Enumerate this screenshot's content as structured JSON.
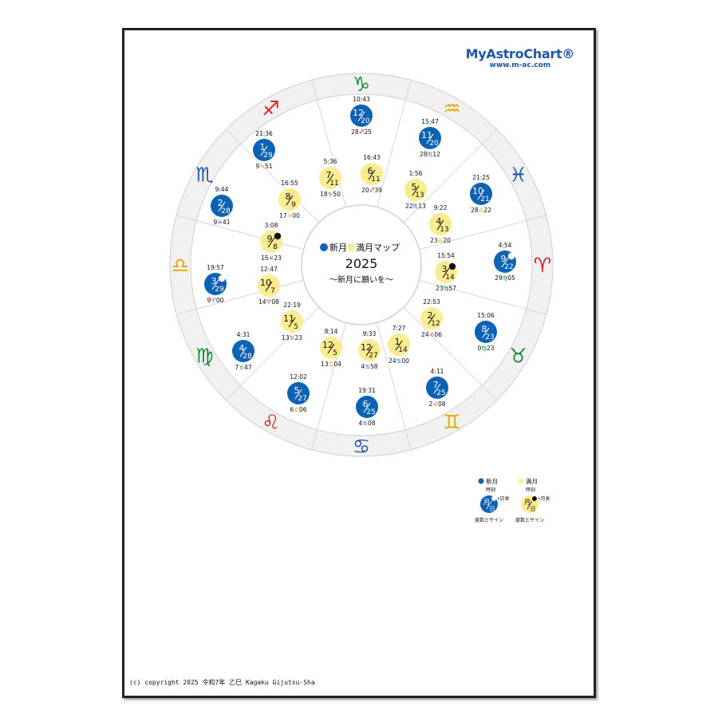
{
  "brand": {
    "name": "MyAstroChart®",
    "url": "www.m-ac.com"
  },
  "center": {
    "new_label": "新月",
    "full_label": "満月マップ",
    "year": "2025",
    "subtitle": "〜新月に願いを〜"
  },
  "colors": {
    "new_moon": "#0c62b4",
    "full_moon": "#fbec8f",
    "ring_line": "#d9d9d9",
    "ring_fill": "#f1f1f1"
  },
  "zodiac": [
    {
      "name": "capricorn-icon",
      "glyph": "♑",
      "color": "#1e8a3a"
    },
    {
      "name": "sagittarius-icon",
      "glyph": "♐",
      "color": "#e01b24"
    },
    {
      "name": "scorpio-icon",
      "glyph": "♏",
      "color": "#1f56a8"
    },
    {
      "name": "libra-icon",
      "glyph": "♎",
      "color": "#e8a600"
    },
    {
      "name": "virgo-icon",
      "glyph": "♍",
      "color": "#1e8a3a"
    },
    {
      "name": "leo-icon",
      "glyph": "♌",
      "color": "#e01b24"
    },
    {
      "name": "cancer-icon",
      "glyph": "♋",
      "color": "#1f56a8"
    },
    {
      "name": "gemini-icon",
      "glyph": "♊",
      "color": "#e8a600"
    },
    {
      "name": "taurus-icon",
      "glyph": "♉",
      "color": "#1e8a3a"
    },
    {
      "name": "aries-icon",
      "glyph": "♈",
      "color": "#e01b24"
    },
    {
      "name": "pisces-icon",
      "glyph": "♓",
      "color": "#1f56a8"
    },
    {
      "name": "aquarius-icon",
      "glyph": "♒",
      "color": "#e8a600"
    }
  ],
  "new_moons": [
    {
      "month": "12",
      "day": "20",
      "time": "10:43",
      "pos": "28",
      "glyph": "♐",
      "sign_color": "#e01b24",
      "deg2": "25"
    },
    {
      "month": "11",
      "day": "20",
      "time": "15:47",
      "pos": "28",
      "glyph": "♏",
      "sign_color": "#1f56a8",
      "deg2": "12"
    },
    {
      "month": "10",
      "day": "21",
      "time": "21:25",
      "pos": "28",
      "glyph": "♎",
      "sign_color": "#e8a600",
      "deg2": "22"
    },
    {
      "month": "9",
      "day": "22",
      "time": "4:54",
      "pos": "29",
      "glyph": "♍",
      "sign_color": "#1e8a3a",
      "deg2": "05",
      "eclipse": true
    },
    {
      "month": "8",
      "day": "23",
      "time": "15:06",
      "pos": "0",
      "glyph": "♍",
      "sign_color": "#1e8a3a",
      "deg2": "23"
    },
    {
      "month": "7",
      "day": "25",
      "time": "4:11",
      "pos": "2",
      "glyph": "♌",
      "sign_color": "#e01b24",
      "deg2": "08"
    },
    {
      "month": "6",
      "day": "25",
      "time": "19:31",
      "pos": "4",
      "glyph": "♋",
      "sign_color": "#1f56a8",
      "deg2": "08"
    },
    {
      "month": "5",
      "day": "27",
      "time": "12:02",
      "pos": "6",
      "glyph": "♊",
      "sign_color": "#e8a600",
      "deg2": "06"
    },
    {
      "month": "4",
      "day": "28",
      "time": "4:31",
      "pos": "7",
      "glyph": "♉",
      "sign_color": "#1e8a3a",
      "deg2": "47"
    },
    {
      "month": "3",
      "day": "29",
      "time": "19:57",
      "pos": "9",
      "glyph": "♈",
      "sign_color": "#e01b24",
      "deg2": "00",
      "eclipse": true
    },
    {
      "month": "2",
      "day": "28",
      "time": "9:44",
      "pos": "9",
      "glyph": "♓",
      "sign_color": "#1f56a8",
      "deg2": "41"
    },
    {
      "month": "1",
      "day": "29",
      "time": "21:36",
      "pos": "9",
      "glyph": "♒",
      "sign_color": "#e8a600",
      "deg2": "51"
    }
  ],
  "full_moons": [
    {
      "month": "7",
      "day": "11",
      "time": "5:36",
      "pos": "18",
      "glyph": "♑",
      "sign_color": "#1e8a3a",
      "deg2": "50"
    },
    {
      "month": "6",
      "day": "11",
      "time": "16:43",
      "pos": "20",
      "glyph": "♐",
      "sign_color": "#e01b24",
      "deg2": "39"
    },
    {
      "month": "5",
      "day": "13",
      "time": "1:56",
      "pos": "22",
      "glyph": "♏",
      "sign_color": "#1f56a8",
      "deg2": "13"
    },
    {
      "month": "4",
      "day": "13",
      "time": "9:22",
      "pos": "23",
      "glyph": "♎",
      "sign_color": "#e8a600",
      "deg2": "20"
    },
    {
      "month": "3",
      "day": "14",
      "time": "15:54",
      "pos": "23",
      "glyph": "♍",
      "sign_color": "#1e8a3a",
      "deg2": "57",
      "eclipse": true
    },
    {
      "month": "2",
      "day": "12",
      "time": "22:53",
      "pos": "24",
      "glyph": "♌",
      "sign_color": "#e01b24",
      "deg2": "06"
    },
    {
      "month": "1",
      "day": "14",
      "time": "7:27",
      "pos": "24",
      "glyph": "♋",
      "sign_color": "#1f56a8",
      "deg2": "00"
    },
    {
      "month": "12",
      "day": "27",
      "time": "9:33",
      "pos": "4",
      "glyph": "♋",
      "sign_color": "#1f56a8",
      "deg2": "58"
    },
    {
      "month": "12",
      "day": "5",
      "time": "8:14",
      "pos": "13",
      "glyph": "♊",
      "sign_color": "#e8a600",
      "deg2": "04"
    },
    {
      "month": "11",
      "day": "5",
      "time": "22:19",
      "pos": "13",
      "glyph": "♉",
      "sign_color": "#1e8a3a",
      "deg2": "23"
    },
    {
      "month": "10",
      "day": "7",
      "time": "12:47",
      "pos": "14",
      "glyph": "♈",
      "sign_color": "#e01b24",
      "deg2": "08"
    },
    {
      "month": "9",
      "day": "8",
      "time": "3:08",
      "pos": "15",
      "glyph": "♓",
      "sign_color": "#1f56a8",
      "deg2": "23",
      "eclipse": true
    },
    {
      "month": "8",
      "day": "9",
      "time": "16:55",
      "pos": "17",
      "glyph": "♒",
      "sign_color": "#e8a600",
      "deg2": "00"
    }
  ],
  "legend": {
    "new_label": "新月",
    "full_label": "満月",
    "time_label": "時刻",
    "moon_char": "月",
    "day_char": "日",
    "solar_eclipse": "•日食",
    "lunar_eclipse": "•月食",
    "sign_label": "度数とサイン"
  },
  "copyright": "(c) copyright 2025 令和7年 乙巳 Kagaku Gijutsu-Sha"
}
